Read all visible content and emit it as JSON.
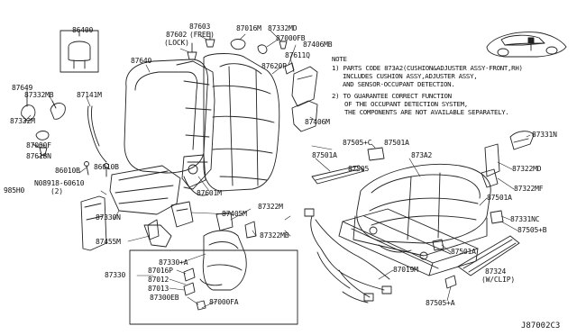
{
  "diagram_code": "J87002C3",
  "note": {
    "title": "NOTE",
    "line1": "1) PARTS CODE 873A2(CUSHION&ADJUSTER ASSY-FRONT,RH)",
    "line2": "INCLUDES CUSHION ASSY,ADJUSTER ASSY,",
    "line3": "AND SENSOR-OCCUPANT DETECTION.",
    "line4": "2) TO GUARANTEE CORRECT FUNCTION",
    "line5": "OF THE OCCUPANT DETECTION SYSTEM,",
    "line6": "THE COMPONENTS ARE NOT AVAILABLE SEPARATELY."
  },
  "labels": {
    "p86400": "86400",
    "p87649": "87649",
    "p87332MB": "87332MB",
    "p87332M": "87332M",
    "p87141M": "87141M",
    "p87000F": "87000F",
    "p87618N": "87618N",
    "p86010B_a": "86010B",
    "p86010B_b": "86010B",
    "p985H0": "985H0",
    "pN08918": "N08918-60610",
    "pN08918q": "(2)",
    "p87330N": "87330N",
    "p87455M": "87455M",
    "p87640": "87640",
    "p87602": "87602",
    "p87602s": "(LOCK)",
    "p87603": "87603",
    "p87603s": "(FREE)",
    "p87016M": "87016M",
    "p87332MD": "87332MD",
    "p87000FB": "87000FB",
    "p87406MB": "87406MB",
    "p87611Q": "87611Q",
    "p87620P": "87620P",
    "p87406M": "87406M",
    "p87601M": "87601M",
    "p87405M": "87405M",
    "p87322M": "87322M",
    "p87322MB": "87322MB",
    "p87330": "87330",
    "p87330A": "87330+A",
    "p87016P": "87016P",
    "p87012": "87012",
    "p87013": "87013",
    "p87300EB": "87300EB",
    "p87000FA": "87000FA",
    "p87505C": "87505+C",
    "p87501A_a": "87501A",
    "p87501A_b": "87501A",
    "p87505": "87505",
    "p873A2": "873A2",
    "p87331N": "87331N",
    "p87322MD": "87322MD",
    "p87322MF": "87322MF",
    "p87501A_c": "87501A",
    "p87331NC": "87331NC",
    "p87505B": "87505+B",
    "p87501A_d": "87501A",
    "p87019M": "87019M",
    "p87324": "87324",
    "p87324s": "(W/CLIP)",
    "p87505A": "87505+A"
  }
}
